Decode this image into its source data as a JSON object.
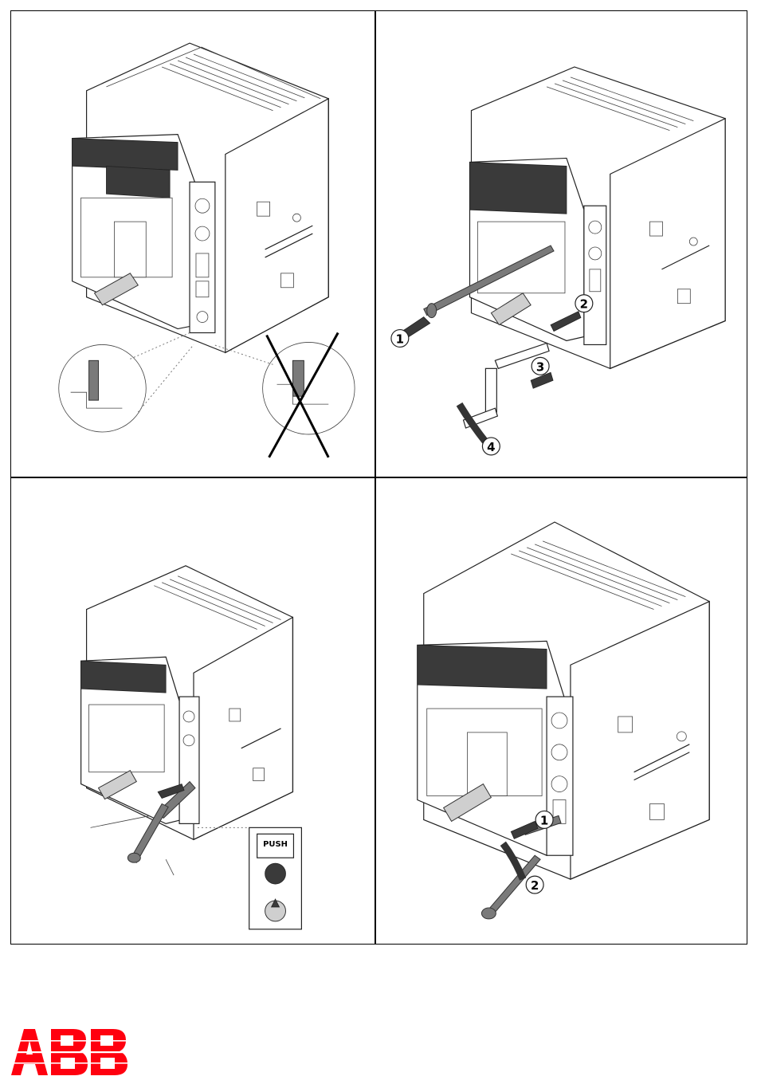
{
  "panels": [
    {
      "id": "panel-1",
      "description_steps": []
    },
    {
      "id": "panel-2",
      "steps": [
        "1",
        "2",
        "3",
        "4"
      ]
    },
    {
      "id": "panel-3",
      "label": "PUSH"
    },
    {
      "id": "panel-4",
      "steps": [
        "1",
        "2"
      ]
    }
  ],
  "logo": {
    "text": "ABB",
    "color": "#ff000f"
  }
}
